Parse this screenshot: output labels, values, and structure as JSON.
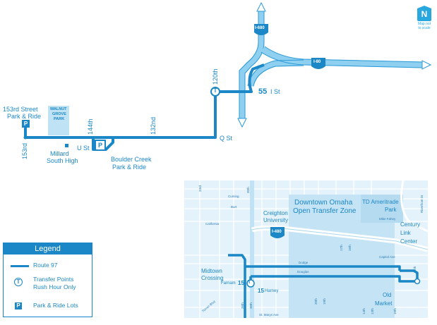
{
  "north": {
    "letter": "N",
    "note_line1": "Map not",
    "note_line2": "to scale",
    "icon": "north-arrow-icon"
  },
  "route": {
    "name": "Route 97",
    "route_number": "55",
    "highways": {
      "i680": "I-680",
      "i80": "I-80",
      "i480": "I-480"
    },
    "streets": {
      "s120th": "120th",
      "i_st": "I St",
      "s144th": "144th",
      "s132nd": "132nd",
      "u_st": "U St",
      "q_st": "Q St",
      "s153rd": "153rd"
    },
    "places": {
      "park_ride_153_l1": "153rd Street",
      "park_ride_153_l2": "Park & Ride",
      "walnut_l1": "WALNUT",
      "walnut_l2": "GROVE",
      "walnut_l3": "PARK",
      "millard_l1": "Millard",
      "millard_l2": "South High",
      "boulder_l1": "Boulder Creek",
      "boulder_l2": "Park & Ride"
    }
  },
  "inset": {
    "downtown_l1": "Downtown Omaha",
    "downtown_l2": "Open Transfer Zone",
    "td_l1": "TD Ameritrade",
    "td_l2": "Park",
    "creighton_l1": "Creighton",
    "creighton_l2": "University",
    "century_l1": "Century",
    "century_l2": "Link",
    "century_l3": "Center",
    "midtown_l1": "Midtown",
    "midtown_l2": "Crossing",
    "old_market_l1": "Old",
    "old_market_l2": "Market",
    "farnam": "Farnam",
    "harney": "Harney",
    "route15": "15",
    "streets": {
      "cuming": "Cuming",
      "burt": "Burt",
      "california": "California",
      "dodge": "Dodge",
      "douglas": "Douglas",
      "capitol": "Capitol Ave",
      "mike_fahey": "Mike Fahey",
      "riverfront": "Riverfront Dr",
      "turner": "Turner Blvd",
      "st_marys": "St. Marys Ave",
      "s33rd": "33rd",
      "s30th": "30th",
      "s38th": "38th",
      "s36th": "36th",
      "s17th": "17th",
      "s16th": "16th",
      "s20th": "20th",
      "s19th": "19th",
      "s8th": "8th",
      "s14th": "14th",
      "s13th": "13th",
      "s10th": "10th"
    }
  },
  "legend": {
    "title": "Legend",
    "route_label": "Route 97",
    "transfer_l1": "Transfer Points",
    "transfer_l2": "Rush Hour Only",
    "park_ride": "Park & Ride Lots",
    "t_symbol": "T",
    "p_symbol": "P"
  },
  "colors": {
    "route": "#1b87c6",
    "highway": "#8fd0f0",
    "park": "#bfe3f5",
    "inset_bg": "#e3f2fb",
    "zone": "#c4e3f5"
  }
}
